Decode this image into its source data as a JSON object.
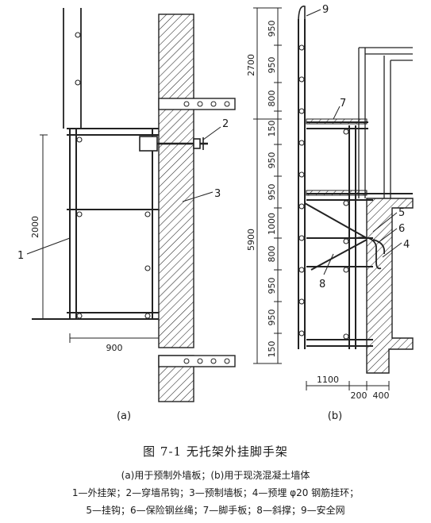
{
  "figure": {
    "title": "图 7-1   无托架外挂脚手架",
    "subtitle": "(a)用于预制外墙板；(b)用于现浇混凝土墙体",
    "legend_line1": "1—外挂架；2—穿墙吊钩；3—预制墙板；4—预埋 φ20 钢筋挂环；",
    "legend_line2": "5—挂钩；6—保险钢丝绳；7—脚手板；8—斜撑；9—安全网"
  },
  "panel_a": {
    "caption": "(a)",
    "dim_height": "2000",
    "dim_width": "900",
    "callouts": [
      "1",
      "2",
      "3"
    ]
  },
  "panel_b": {
    "caption": "(b)",
    "dims_outer": [
      "2700",
      "5900"
    ],
    "dims_inner": [
      "950",
      "950",
      "800",
      "150",
      "950",
      "950",
      "1000",
      "800",
      "950",
      "950",
      "150"
    ],
    "dims_bottom": [
      "1100",
      "200",
      "400"
    ],
    "callouts": [
      "9",
      "7",
      "5",
      "6",
      "4",
      "8"
    ]
  }
}
